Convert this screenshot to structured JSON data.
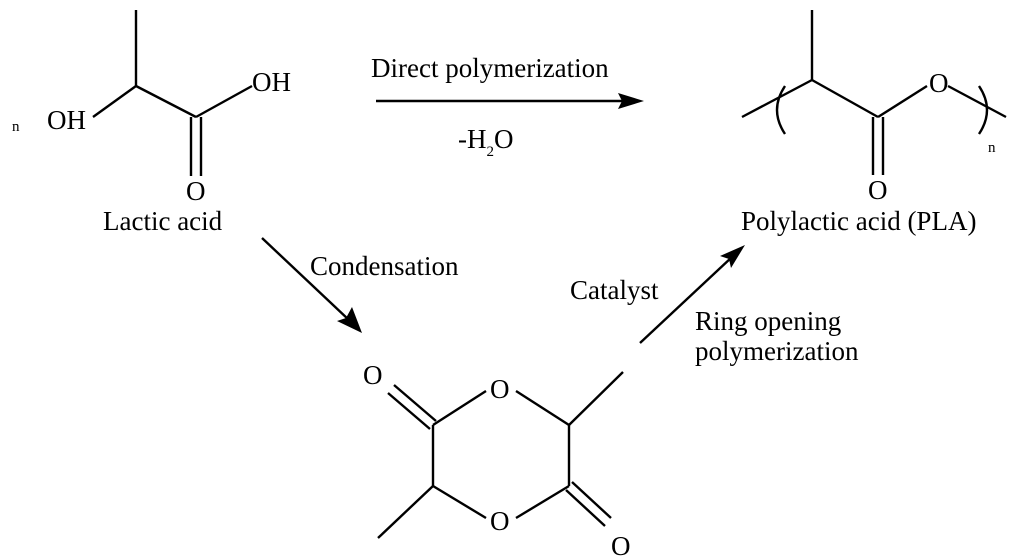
{
  "atoms": {
    "oh": "OH",
    "o": "O"
  },
  "lactic_acid": {
    "count": "n",
    "name": "Lactic acid"
  },
  "direct_route": {
    "label": "Direct polymerization",
    "byproduct_prefix": "-H",
    "byproduct_subscript": "2",
    "byproduct_suffix": "O"
  },
  "polymer": {
    "repeat_subscript": "n",
    "name": "Polylactic acid (PLA)"
  },
  "condensation_route": {
    "label": "Condensation"
  },
  "ring_opening_route": {
    "catalyst": "Catalyst",
    "label_line1": "Ring opening",
    "label_line2": "polymerization"
  }
}
